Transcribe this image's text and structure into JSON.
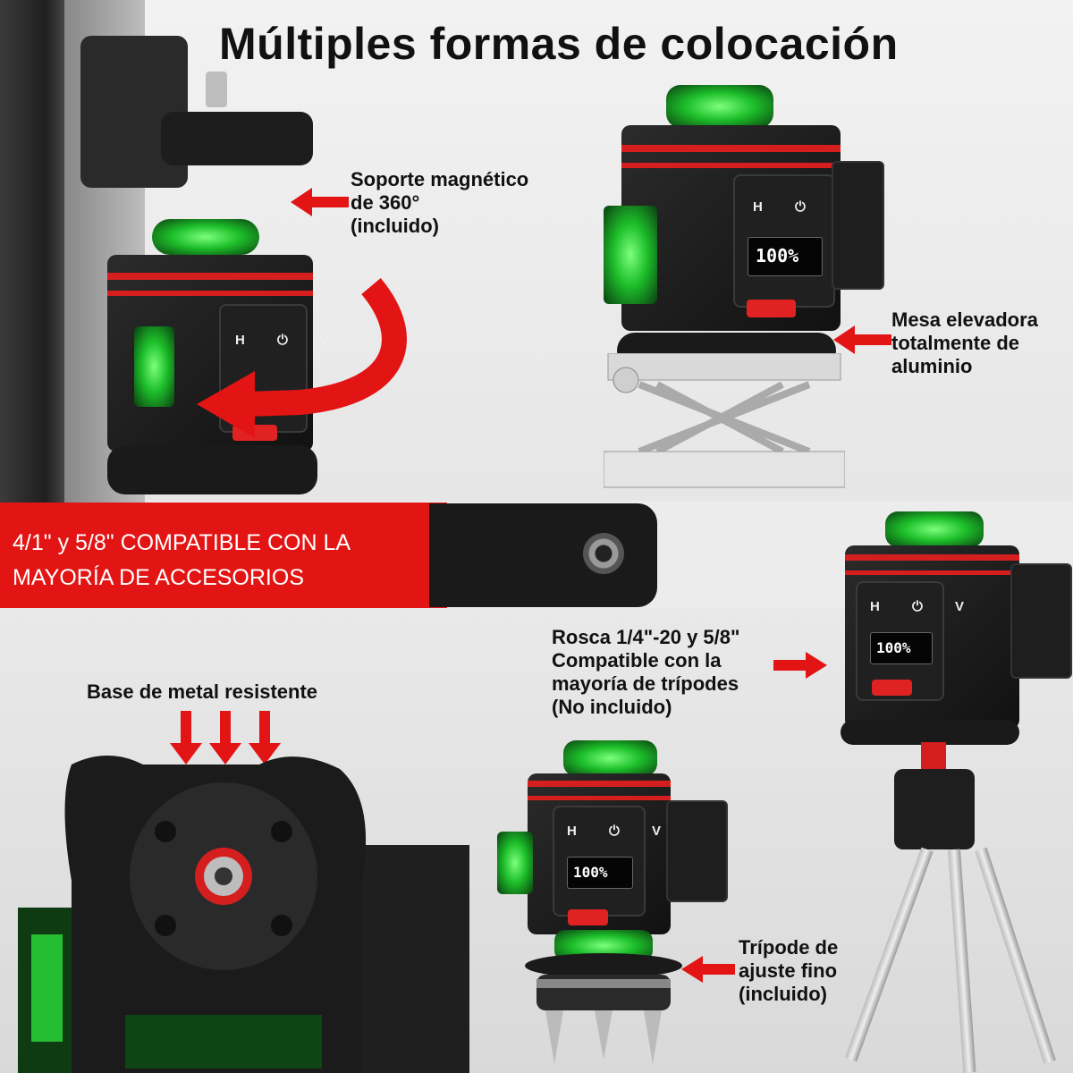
{
  "title": "Múltiples formas de colocación",
  "callouts": {
    "magnetic": [
      "Soporte magnético",
      "de 360°",
      "(incluido)"
    ],
    "lift_table": [
      "Mesa elevadora",
      "totalmente de",
      "aluminio"
    ],
    "thread": [
      "Rosca 1/4\"-20 y 5/8\"",
      "Compatible con la",
      "mayoría de trípodes",
      "(No incluido)"
    ],
    "base": [
      "Base de metal resistente"
    ],
    "tripod": [
      "Trípode de",
      "ajuste fino",
      "(incluido)"
    ]
  },
  "banner": {
    "line1": "4/1\" y 5/8\" COMPATIBLE CON LA",
    "line2": "MAYORÍA DE ACCESORIOS"
  },
  "device": {
    "keys": "H ⏻ V",
    "display": "100%"
  },
  "colors": {
    "accent_red": "#e31414",
    "laser_green": "#1dbf2a",
    "device_black": "#151515"
  }
}
